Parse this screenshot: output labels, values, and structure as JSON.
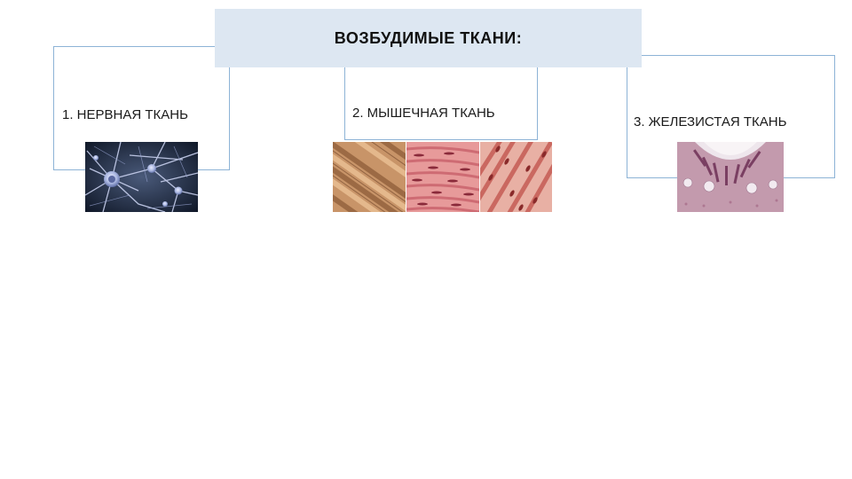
{
  "diagram": {
    "title": "ВОЗБУДИМЫЕ ТКАНИ:",
    "items": [
      {
        "label": "1.  НЕРВНАЯ ТКАНЬ"
      },
      {
        "label": "2. МЫШЕЧНАЯ ТКАНЬ"
      },
      {
        "label": "3. ЖЕЛЕЗИСТАЯ ТКАНЬ"
      }
    ]
  },
  "colors": {
    "title_fill": "#dde7f2",
    "box_border": "#8db3d6"
  }
}
